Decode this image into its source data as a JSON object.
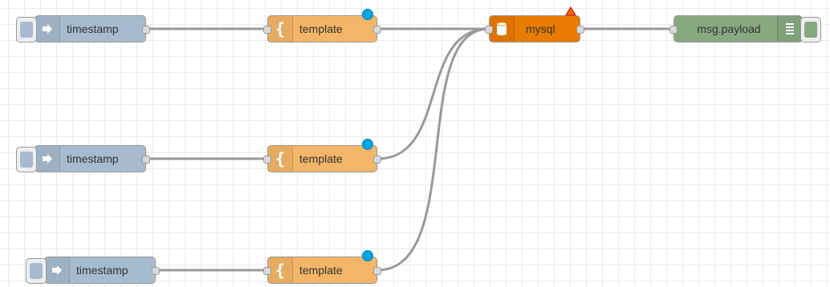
{
  "colors": {
    "inject": "#a6bbcf",
    "template": "#f3b567",
    "mysql": "#e97b00",
    "debug": "#87a980",
    "wire": "#999999",
    "changed_dot": "#00a4e4",
    "warning": "#ff6600"
  },
  "nodes": {
    "inject1": {
      "label": "timestamp",
      "icon": "inject-arrow-icon"
    },
    "inject2": {
      "label": "timestamp",
      "icon": "inject-arrow-icon"
    },
    "inject3": {
      "label": "timestamp",
      "icon": "inject-arrow-icon"
    },
    "template1": {
      "label": "template",
      "icon": "curly-brace-icon"
    },
    "template2": {
      "label": "template",
      "icon": "curly-brace-icon"
    },
    "template3": {
      "label": "template",
      "icon": "curly-brace-icon"
    },
    "mysql": {
      "label": "mysql",
      "icon": "database-icon"
    },
    "debug": {
      "label": "msg.payload",
      "icon": "debug-list-icon"
    }
  }
}
